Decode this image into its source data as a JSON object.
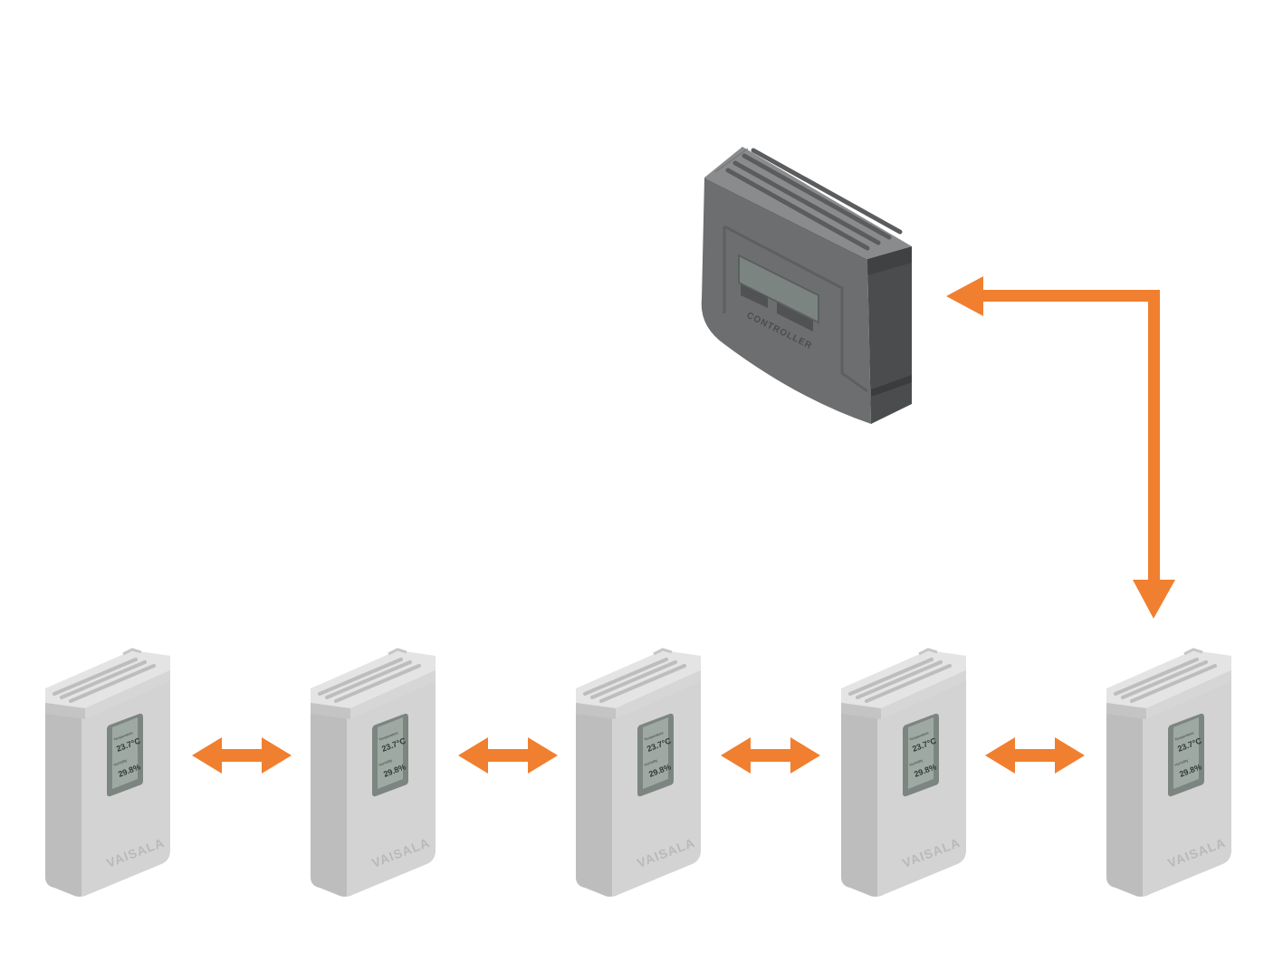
{
  "controller": {
    "label": "CONTROLLER",
    "body_color": "#6d6e70",
    "side_color": "#4a4c4d"
  },
  "link_color": "#f07f2f",
  "transmitters": [
    {
      "brand": "VAISALA",
      "temperature": "23.7°C",
      "humidity": "29.8%"
    },
    {
      "brand": "VAISALA",
      "temperature": "23.7°C",
      "humidity": "29.8%"
    },
    {
      "brand": "VAISALA",
      "temperature": "23.7°C",
      "humidity": "29.8%"
    },
    {
      "brand": "VAISALA",
      "temperature": "23.7°C",
      "humidity": "29.8%"
    },
    {
      "brand": "VAISALA",
      "temperature": "23.7°C",
      "humidity": "29.8%"
    }
  ]
}
